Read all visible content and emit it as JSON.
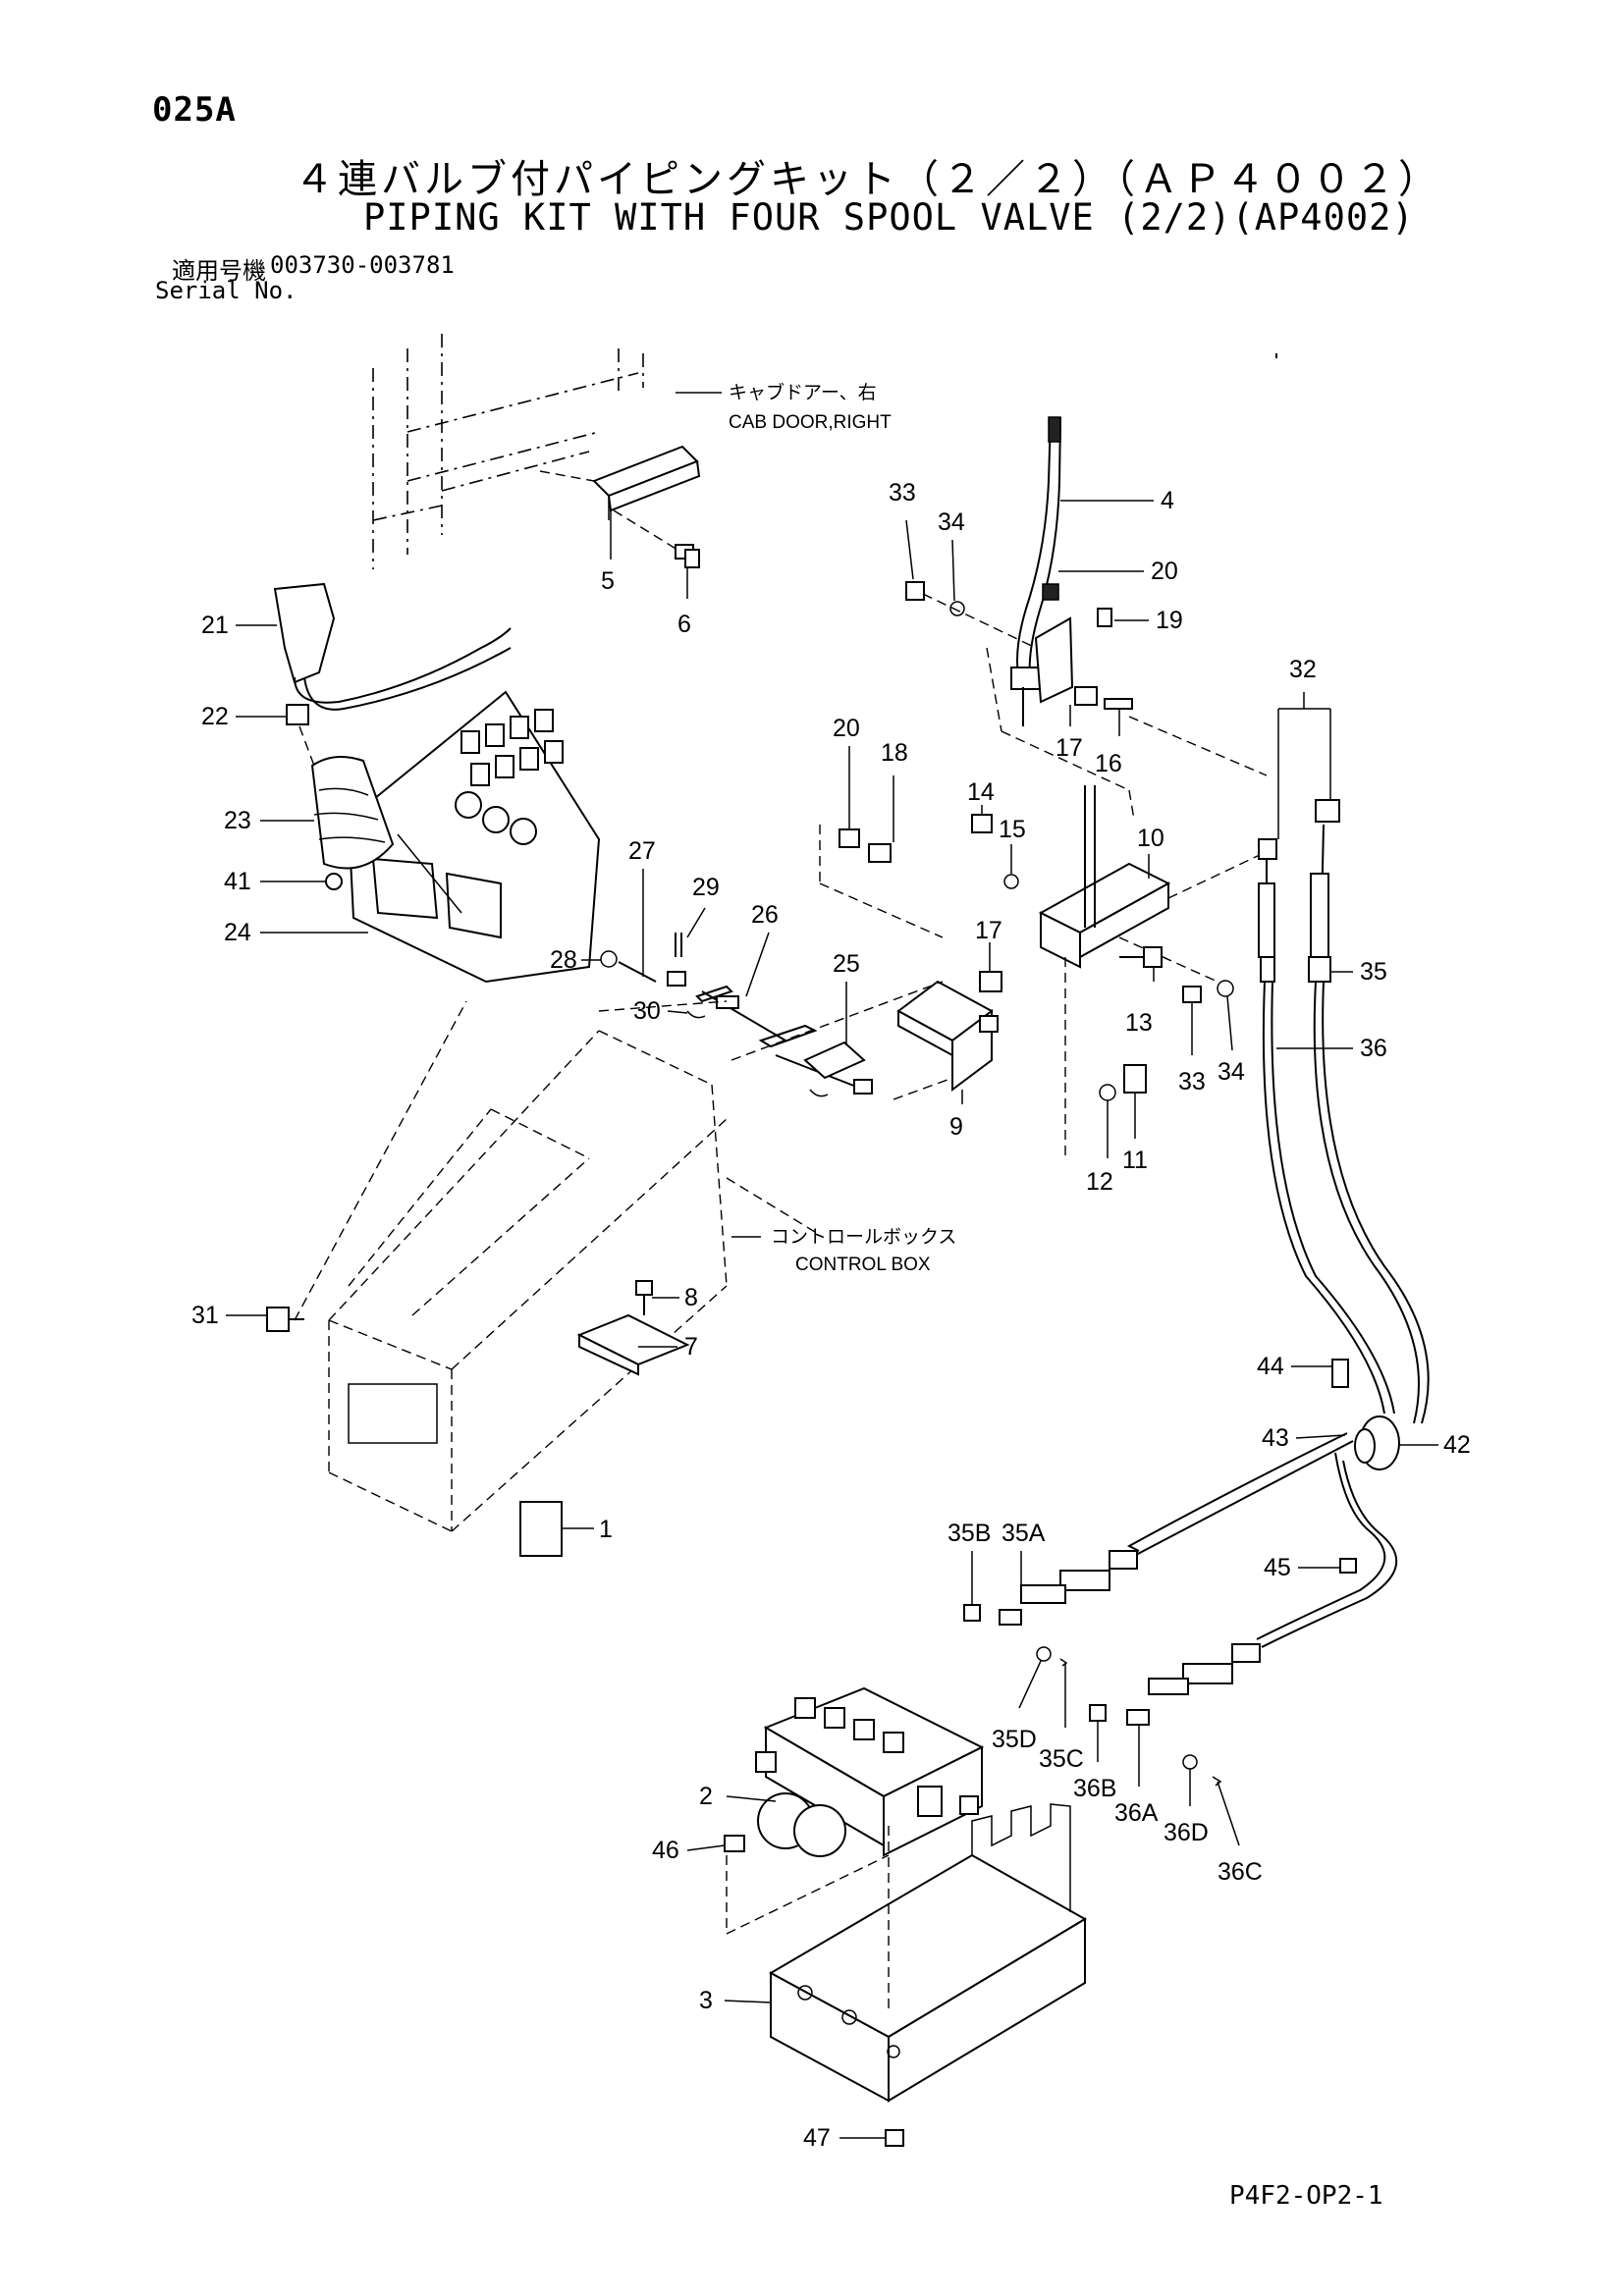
{
  "page": {
    "code": "025A",
    "title_jp": "４連バルブ付パイピングキット（２／２）（ＡＰ４００２）",
    "title_en": "PIPING KIT WITH FOUR SPOOL VALVE (2/2)(AP4002)",
    "serial_label_jp": "適用号機",
    "serial_value": "003730-003781",
    "serial_label_en": "Serial No.",
    "sheet_code": "P4F2-OP2-1"
  },
  "notes": {
    "cab_door_jp": "キャブドアー、右",
    "cab_door_en": "CAB DOOR,RIGHT",
    "control_box_jp": "コントロールボックス",
    "control_box_en": "CONTROL BOX"
  },
  "callouts": [
    "1",
    "2",
    "3",
    "4",
    "5",
    "6",
    "7",
    "8",
    "9",
    "10",
    "11",
    "12",
    "13",
    "14",
    "15",
    "16",
    "17",
    "17",
    "18",
    "19",
    "20",
    "20",
    "21",
    "22",
    "23",
    "24",
    "25",
    "26",
    "27",
    "28",
    "29",
    "30",
    "31",
    "32",
    "33",
    "33",
    "34",
    "34",
    "35",
    "35A",
    "35B",
    "35C",
    "35D",
    "36",
    "36A",
    "36B",
    "36C",
    "36D",
    "41",
    "42",
    "43",
    "44",
    "45",
    "46",
    "47"
  ]
}
